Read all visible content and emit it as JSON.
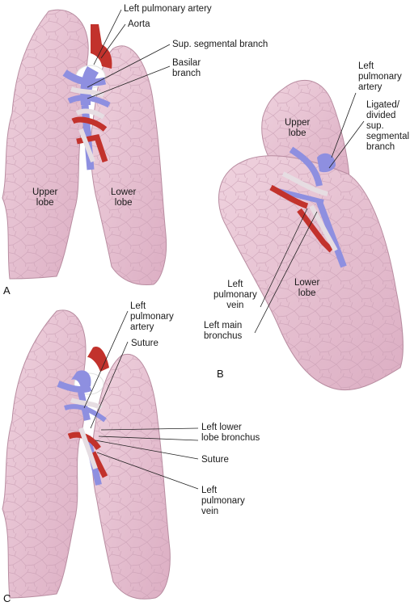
{
  "panels": {
    "a": "A",
    "b": "B",
    "c": "C"
  },
  "panel_a": {
    "left_pulmonary_artery": "Left pulmonary artery",
    "aorta": "Aorta",
    "sup_segmental_branch": "Sup. segmental branch",
    "basilar_branch": "Basilar\nbranch",
    "upper_lobe": "Upper\nlobe",
    "lower_lobe": "Lower\nlobe"
  },
  "panel_b": {
    "left_pulmonary_artery": "Left\npulmonary\nartery",
    "ligated_branch": "Ligated/\ndivided\nsup.\nsegmental\nbranch",
    "upper_lobe": "Upper\nlobe",
    "lower_lobe": "Lower\nlobe",
    "left_pulmonary_vein": "Left\npulmonary\nvein",
    "left_main_bronchus": "Left main\nbronchus"
  },
  "panel_c": {
    "left_pulmonary_artery": "Left\npulmonary\nartery",
    "suture_top": "Suture",
    "left_lower_lobe_bronchus": "Left lower\nlobe bronchus",
    "suture_bottom": "Suture",
    "left_pulmonary_vein": "Left\npulmonary\nvein"
  },
  "colors": {
    "lung": "#e8c3d3",
    "lung_edge": "#b88ca0",
    "artery": "#8e8fe0",
    "vein": "#c2322c",
    "bronchus": "#e6dde2",
    "aorta": "#c2322c"
  }
}
